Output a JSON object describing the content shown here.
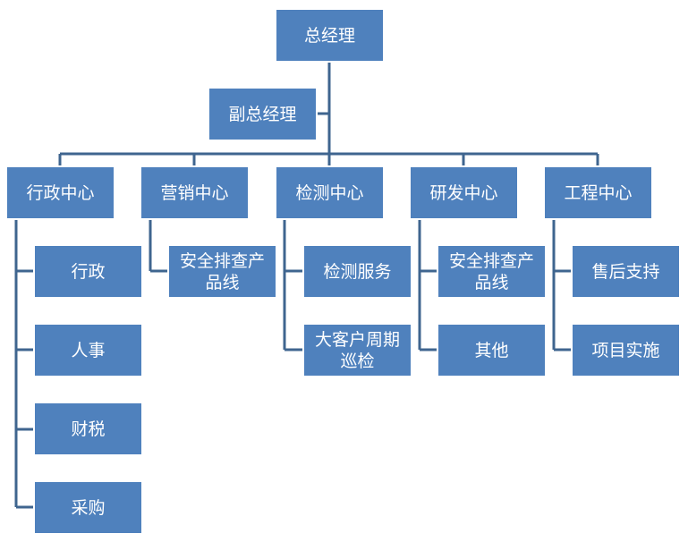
{
  "org_chart": {
    "root": "总经理",
    "deputy": "副总经理",
    "centers": [
      {
        "title": "行政中心",
        "children": [
          "行政",
          "人事",
          "财税",
          "采购"
        ]
      },
      {
        "title": "营销中心",
        "children": [
          "安全排查产品线"
        ]
      },
      {
        "title": "检测中心",
        "children": [
          "检测服务",
          "大客户周期巡检"
        ]
      },
      {
        "title": "研发中心",
        "children": [
          "安全排查产品线",
          "其他"
        ]
      },
      {
        "title": "工程中心",
        "children": [
          "售后支持",
          "项目实施"
        ]
      }
    ]
  },
  "colors": {
    "box": "#4f81bd",
    "line": "#3f658f",
    "text": "#ffffff"
  }
}
